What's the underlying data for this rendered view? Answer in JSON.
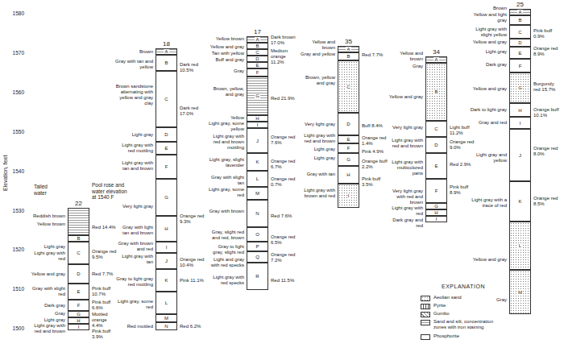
{
  "diagram": {
    "nodes": [
      {
        "text": [
          "Reddish brown",
          "Yellow brown",
          "Red 14.4%"
        ]
      },
      {
        "text": [
          "B"
        ]
      },
      {
        "text": [
          "C",
          "Light gray",
          "Light gray with red",
          "Orange red 9.5%"
        ]
      },
      {
        "text": [
          "D",
          "Yellow and gray",
          "Red 7.7%"
        ]
      },
      {
        "text": [
          "E",
          "Gray with slight red",
          "Pink buff 10.7%"
        ]
      },
      {
        "text": [
          "F",
          "Dark gray",
          "Pink buff 6.6%"
        ]
      },
      {
        "text": [
          "G",
          "Gray"
        ]
      },
      {
        "text": [
          "H",
          "Light gray",
          "Mottled orange 4.4%"
        ]
      },
      {
        "text": [
          "I",
          "Light gray with red and brown",
          "Pink buff 3.9%"
        ]
      },
      {
        "text": [
          "A",
          "Brown"
        ]
      },
      {
        "text": [
          "B",
          "Gray with tan and yellow",
          "Dark red 10.5%"
        ]
      },
      {
        "text": [
          "C",
          "Brown sandstone alternating with yellow and gray clay",
          "Dark red 17.0%"
        ]
      },
      {
        "text": [
          "D",
          "Light gray"
        ]
      },
      {
        "text": [
          "E",
          "Light gray with red mottling"
        ]
      },
      {
        "text": [
          "F",
          "Light gray with tan and brown"
        ]
      },
      {
        "text": [
          "G",
          "Very light gray"
        ]
      },
      {
        "text": [
          "H",
          "Gray with light tan and brown",
          "Orange red 9.3%"
        ]
      },
      {
        "text": [
          "I",
          "Gray with brown and red"
        ]
      },
      {
        "text": [
          "J",
          "Light gray with tan",
          "Orange red 10.4%"
        ]
      },
      {
        "text": [
          "K",
          "Gray to light gray red mottling",
          "Pink 11.1%"
        ]
      },
      {
        "text": [
          "L",
          "Light gray, some red"
        ]
      },
      {
        "text": [
          "M"
        ]
      },
      {
        "text": [
          "N",
          "Red mottled",
          "Red 6.2%"
        ]
      },
      {
        "text": [
          "A",
          "Yellow brown",
          "Dark brown 17.0%"
        ]
      },
      {
        "text": [
          "B",
          "Yellow and gray"
        ]
      },
      {
        "text": [
          "C",
          "Tan with yellow",
          "Medium orange 11.2%"
        ]
      },
      {
        "text": [
          "D",
          "Buff and gray"
        ]
      },
      {
        "text": [
          "E"
        ]
      },
      {
        "text": [
          "F",
          "Gray"
        ]
      },
      {
        "text": [
          "G",
          "Brown, yellow, and gray",
          "Red 21.9%"
        ]
      },
      {
        "text": [
          "H",
          "Yellow"
        ]
      },
      {
        "text": [
          "I",
          "Light gray, some yellow"
        ]
      },
      {
        "text": [
          "J",
          "Light gray with red and brown mottling",
          "Orange red 7.6%"
        ]
      },
      {
        "text": [
          "K",
          "Light gray, slight lavender",
          "Orange red 6.7%"
        ]
      },
      {
        "text": [
          "L",
          "Gray with slight tan",
          "Orange red 0.7%"
        ]
      },
      {
        "text": [
          "M",
          "Light gray, some red"
        ]
      },
      {
        "text": [
          "N",
          "Gray with brown",
          "Red 7.6%"
        ]
      },
      {
        "text": [
          "O",
          "Gray, slight red and red, brown",
          "Orange red 6.5%"
        ]
      },
      {
        "text": [
          "P",
          "Gray to light gray, slight red"
        ]
      },
      {
        "text": [
          "Q",
          "Light and gray with red specks",
          "Orange red 7.2%"
        ]
      },
      {
        "text": [
          "R",
          "Light gray with red specks",
          "Red 11.5%"
        ]
      },
      {
        "text": [
          "A",
          "Yellow and brown"
        ]
      },
      {
        "text": [
          "B",
          "Gray and yellow",
          "Red 7.7%"
        ]
      },
      {
        "text": [
          "C",
          "Brown, yellow and gray"
        ]
      },
      {
        "text": [
          "D",
          "Very light gray",
          "Buff 8.4%"
        ]
      },
      {
        "text": [
          "E",
          "Light gray with red and brown",
          "Orange red 1.4%"
        ]
      },
      {
        "text": [
          "F",
          "Light gray",
          "Pink 4.9%"
        ]
      },
      {
        "text": [
          "G",
          "Light gray",
          "Orange buff 2.2%"
        ]
      },
      {
        "text": [
          "H",
          "Gray with tan",
          "Pink buff 3.5%"
        ]
      },
      {
        "text": [
          "I",
          "Light gray with brown and red"
        ]
      },
      {
        "text": [
          "A",
          "Yellow and brown"
        ]
      },
      {
        "text": [
          "B",
          "Gray",
          "Yellow and gray"
        ]
      },
      {
        "text": [
          "C",
          "Very light gray",
          "Light buff 11.2%"
        ]
      },
      {
        "text": [
          "D",
          "Light gray with red and brown",
          "Orange red 9.0%"
        ]
      },
      {
        "text": [
          "E",
          "Light gray with multicolored parts",
          "Red 2.9%"
        ]
      },
      {
        "text": [
          "F",
          "Very light gray with red and brown",
          "Pink buff 8.9%"
        ]
      },
      {
        "text": [
          "G"
        ]
      },
      {
        "text": [
          "H",
          "Light gray with red"
        ]
      },
      {
        "text": [
          "I",
          "Dark gray and red"
        ]
      },
      {
        "text": [
          "A",
          "Brown"
        ]
      },
      {
        "text": [
          "B",
          "Yellow and light gray"
        ]
      },
      {
        "text": [
          "C",
          "Light gray with slight yellow",
          "Pink buff 0.9%"
        ]
      },
      {
        "text": [
          "D",
          "Yellow and gray"
        ]
      },
      {
        "text": [
          "E",
          "Light gray",
          "Orange red 8.9%"
        ]
      },
      {
        "text": [
          "F",
          "Dark gray"
        ]
      },
      {
        "text": [
          "G",
          "Yellow and gray",
          "Burgundy red 15.7%"
        ]
      },
      {
        "text": [
          "H",
          "Dark to light gray",
          "Orange buff 10.1%"
        ]
      },
      {
        "text": [
          "I",
          "Gray and red"
        ]
      },
      {
        "text": [
          "J",
          "Light gray and yellow",
          "Orange red 8.0%"
        ]
      },
      {
        "text": [
          "K",
          "Light gray with a trace of red",
          "Orange red 8.5%"
        ]
      },
      {
        "text": [
          "L",
          "Yellow and gray"
        ]
      },
      {
        "text": [
          "M",
          "Gray"
        ]
      }
    ],
    "labels": [
      "1580",
      "1570",
      "1560",
      "1550",
      "1540",
      "1530",
      "1520",
      "1510",
      "1500",
      "Elevation, feet",
      "22",
      "18",
      "17",
      "35",
      "34",
      "25",
      "Tailed water",
      "Pool rose and water elevation at 1540 F",
      "EXPLANATION"
    ],
    "legend": [
      {
        "text": "Aeolian sand"
      },
      {
        "text": "Pyrite"
      },
      {
        "text": "Gumbo"
      },
      {
        "text": "Sand and silt, concentration zones with iron staining"
      },
      {
        "text": "Phosphorite"
      }
    ]
  }
}
